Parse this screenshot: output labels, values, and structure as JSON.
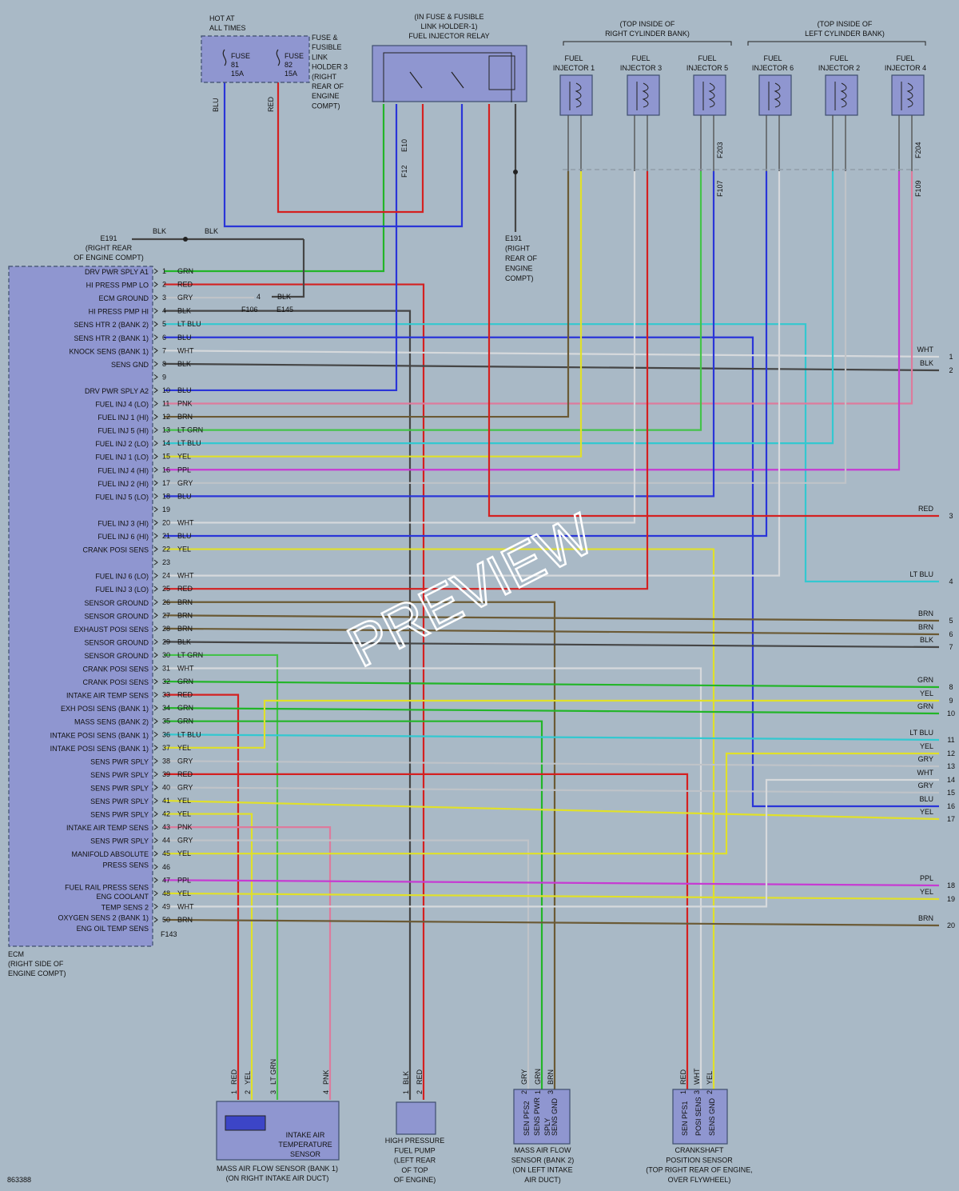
{
  "colors": {
    "RED": "#d42020",
    "GRN": "#22b528",
    "BLU": "#2a35d8",
    "BLK": "#454545",
    "GRY": "#bfc3c8",
    "WHT": "#d6d9dc",
    "YEL": "#e0e02a",
    "PPL": "#c63bd2",
    "PNK": "#dd7b9c",
    "BRN": "#6b5a35",
    "LT BLU": "#33c8d0",
    "LT GRN": "#44c24a",
    "TAN": "#b99b70",
    "bg": "#a9b9c6",
    "box": "#8f96d0"
  },
  "header": {
    "hot": [
      "HOT AT",
      "ALL TIMES"
    ],
    "fuse81": [
      "FUSE",
      "81",
      "15A"
    ],
    "fuse82": [
      "FUSE",
      "82",
      "15A"
    ],
    "fuse_holder": [
      "FUSE &",
      "FUSIBLE",
      "LINK",
      "HOLDER 3",
      "(RIGHT",
      "REAR OF",
      "ENGINE",
      "COMPT)"
    ],
    "relay": [
      "(IN FUSE & FUSIBLE",
      "LINK HOLDER-1)",
      "FUEL INJECTOR RELAY"
    ],
    "right_bank": [
      "(TOP INSIDE OF",
      "RIGHT CYLINDER BANK)"
    ],
    "left_bank": [
      "(TOP INSIDE OF",
      "LEFT CYLINDER BANK)"
    ]
  },
  "injectors": [
    {
      "l1": "FUEL",
      "l2": "INJECTOR 1"
    },
    {
      "l1": "FUEL",
      "l2": "INJECTOR 3"
    },
    {
      "l1": "FUEL",
      "l2": "INJECTOR 5"
    },
    {
      "l1": "FUEL",
      "l2": "INJECTOR 6"
    },
    {
      "l1": "FUEL",
      "l2": "INJECTOR 2"
    },
    {
      "l1": "FUEL",
      "l2": "INJECTOR 4"
    }
  ],
  "connectors": {
    "e10": "E10",
    "f12": "F12",
    "f203": "F203",
    "f107": "F107",
    "f204": "F204",
    "f109": "F109",
    "e191_left": [
      "E191",
      "(RIGHT REAR",
      "OF ENGINE COMPT)"
    ],
    "e191_right": [
      "E191",
      "(RIGHT",
      "REAR OF",
      "ENGINE",
      "COMPT)"
    ],
    "f106": "F106",
    "e145": "E145",
    "f143": "F143",
    "blk": "BLK",
    "four": "4"
  },
  "ecm": {
    "title": [
      "ECM",
      "(RIGHT SIDE OF",
      "ENGINE COMPT)"
    ],
    "left_labels": [
      {
        "t": "DRV PWR SPLY A1",
        "pin": 1
      },
      {
        "t": "HI PRESS PMP LO",
        "pin": 2
      },
      {
        "t": "ECM GROUND",
        "pin": 3
      },
      {
        "t": "HI PRESS PMP HI",
        "pin": 4
      },
      {
        "t": "SENS HTR 2 (BANK 2)",
        "pin": 5
      },
      {
        "t": "SENS HTR 2 (BANK 1)",
        "pin": 6
      },
      {
        "t": "KNOCK SENS (BANK 1)",
        "pin": 7
      },
      {
        "t": "SENS GND",
        "pin": 8
      },
      {
        "t": "DRV PWR SPLY A2",
        "pin": 10
      },
      {
        "t": "FUEL INJ 4 (LO)",
        "pin": 11
      },
      {
        "t": "FUEL INJ 1 (HI)",
        "pin": 12
      },
      {
        "t": "FUEL INJ 5 (HI)",
        "pin": 13
      },
      {
        "t": "FUEL INJ 2 (LO)",
        "pin": 14
      },
      {
        "t": "FUEL INJ 1 (LO)",
        "pin": 15
      },
      {
        "t": "FUEL INJ 4 (HI)",
        "pin": 16
      },
      {
        "t": "FUEL INJ 2 (HI)",
        "pin": 17
      },
      {
        "t": "FUEL INJ 5 (LO)",
        "pin": 18
      },
      {
        "t": "FUEL INJ 3 (HI)",
        "pin": 20
      },
      {
        "t": "FUEL INJ 6 (HI)",
        "pin": 21
      },
      {
        "t": "CRANK POSI SENS",
        "pin": 22
      },
      {
        "t": "FUEL INJ 6 (LO)",
        "pin": 24
      },
      {
        "t": "FUEL INJ 3 (LO)",
        "pin": 25
      },
      {
        "t": "SENSOR GROUND",
        "pin": 26
      },
      {
        "t": "SENSOR GROUND",
        "pin": 27
      },
      {
        "t": "EXHAUST POSI SENS",
        "pin": 28
      },
      {
        "t": "SENSOR GROUND",
        "pin": 29
      },
      {
        "t": "SENSOR GROUND",
        "pin": 30
      },
      {
        "t": "CRANK POSI SENS",
        "pin": 31
      },
      {
        "t": "CRANK POSI SENS",
        "pin": 32
      },
      {
        "t": "INTAKE AIR TEMP SENS",
        "pin": 33
      },
      {
        "t": "EXH POSI SENS (BANK 1)",
        "pin": 34
      },
      {
        "t": "MASS SENS (BANK 2)",
        "pin": 35
      },
      {
        "t": "INTAKE POSI SENS (BANK 1)",
        "pin": 36
      },
      {
        "t": "INTAKE POSI SENS (BANK 1)",
        "pin": 37
      },
      {
        "t": "SENS PWR SPLY",
        "pin": 38
      },
      {
        "t": "SENS PWR SPLY",
        "pin": 39
      },
      {
        "t": "SENS PWR SPLY",
        "pin": 40
      },
      {
        "t": "SENS PWR SPLY",
        "pin": 41
      },
      {
        "t": "SENS PWR SPLY",
        "pin": 42
      },
      {
        "t": "INTAKE AIR TEMP SENS",
        "pin": 43
      },
      {
        "t": "SENS PWR SPLY",
        "pin": 44
      },
      {
        "t": "MANIFOLD ABSOLUTE",
        "pin": 45
      },
      {
        "t": "PRESS SENS",
        "pin": 45.8
      },
      {
        "t": "FUEL RAIL PRESS SENS",
        "pin": 47.5
      },
      {
        "t": "ENG COOLANT",
        "pin": 48.2
      },
      {
        "t": "TEMP SENS 2",
        "pin": 49
      },
      {
        "t": "OXYGEN SENS 2 (BANK 1)",
        "pin": 49.8
      },
      {
        "t": "ENG OIL TEMP SENS",
        "pin": 50.6
      }
    ],
    "pins": [
      {
        "n": 1,
        "c": "GRN"
      },
      {
        "n": 2,
        "c": "RED"
      },
      {
        "n": 3,
        "c": "GRY"
      },
      {
        "n": 4,
        "c": "BLK"
      },
      {
        "n": 5,
        "c": "LT BLU"
      },
      {
        "n": 6,
        "c": "BLU"
      },
      {
        "n": 7,
        "c": "WHT"
      },
      {
        "n": 8,
        "c": "BLK"
      },
      {
        "n": 9,
        "c": ""
      },
      {
        "n": 10,
        "c": "BLU"
      },
      {
        "n": 11,
        "c": "PNK"
      },
      {
        "n": 12,
        "c": "BRN"
      },
      {
        "n": 13,
        "c": "LT GRN"
      },
      {
        "n": 14,
        "c": "LT BLU"
      },
      {
        "n": 15,
        "c": "YEL"
      },
      {
        "n": 16,
        "c": "PPL"
      },
      {
        "n": 17,
        "c": "GRY"
      },
      {
        "n": 18,
        "c": "BLU"
      },
      {
        "n": 19,
        "c": ""
      },
      {
        "n": 20,
        "c": "WHT"
      },
      {
        "n": 21,
        "c": "BLU"
      },
      {
        "n": 22,
        "c": "YEL"
      },
      {
        "n": 23,
        "c": ""
      },
      {
        "n": 24,
        "c": "WHT"
      },
      {
        "n": 25,
        "c": "RED"
      },
      {
        "n": 26,
        "c": "BRN"
      },
      {
        "n": 27,
        "c": "BRN"
      },
      {
        "n": 28,
        "c": "BRN"
      },
      {
        "n": 29,
        "c": "BLK"
      },
      {
        "n": 30,
        "c": "LT GRN"
      },
      {
        "n": 31,
        "c": "WHT"
      },
      {
        "n": 32,
        "c": "GRN"
      },
      {
        "n": 33,
        "c": "RED"
      },
      {
        "n": 34,
        "c": "GRN"
      },
      {
        "n": 35,
        "c": "GRN"
      },
      {
        "n": 36,
        "c": "LT BLU"
      },
      {
        "n": 37,
        "c": "YEL"
      },
      {
        "n": 38,
        "c": "GRY"
      },
      {
        "n": 39,
        "c": "RED"
      },
      {
        "n": 40,
        "c": "GRY"
      },
      {
        "n": 41,
        "c": "YEL"
      },
      {
        "n": 42,
        "c": "YEL"
      },
      {
        "n": 43,
        "c": "PNK"
      },
      {
        "n": 44,
        "c": "GRY"
      },
      {
        "n": 45,
        "c": "YEL"
      },
      {
        "n": 46,
        "c": ""
      },
      {
        "n": 47,
        "c": "PPL"
      },
      {
        "n": 48,
        "c": "YEL"
      },
      {
        "n": 49,
        "c": "WHT"
      },
      {
        "n": 50,
        "c": "BRN"
      }
    ]
  },
  "right_terminals": [
    {
      "n": "1",
      "c": "WHT"
    },
    {
      "n": "2",
      "c": "BLK"
    },
    {
      "n": "3",
      "c": "RED"
    },
    {
      "n": "4",
      "c": "LT BLU"
    },
    {
      "n": "5",
      "c": "BRN"
    },
    {
      "n": "6",
      "c": "BRN"
    },
    {
      "n": "7",
      "c": "BLK"
    },
    {
      "n": "8",
      "c": "GRN"
    },
    {
      "n": "9",
      "c": "YEL"
    },
    {
      "n": "10",
      "c": "GRN"
    },
    {
      "n": "11",
      "c": "LT BLU"
    },
    {
      "n": "12",
      "c": "YEL"
    },
    {
      "n": "13",
      "c": "GRY"
    },
    {
      "n": "14",
      "c": "WHT"
    },
    {
      "n": "15",
      "c": "GRY"
    },
    {
      "n": "16",
      "c": "BLU"
    },
    {
      "n": "17",
      "c": "YEL"
    },
    {
      "n": "18",
      "c": "PPL"
    },
    {
      "n": "19",
      "c": "YEL"
    },
    {
      "n": "20",
      "c": "BRN"
    }
  ],
  "sensors": {
    "maf1": [
      "MASS AIR FLOW SENSOR (BANK 1)",
      "(ON RIGHT INTAKE AIR DUCT)"
    ],
    "iat": [
      "INTAKE AIR",
      "TEMPERATURE",
      "SENSOR"
    ],
    "pump": [
      "HIGH PRESSURE",
      "FUEL PUMP",
      "(LEFT REAR",
      "OF TOP",
      "OF ENGINE)"
    ],
    "maf2": [
      "MASS AIR FLOW",
      "SENSOR (BANK 2)",
      "(ON LEFT INTAKE",
      "AIR DUCT)"
    ],
    "maf2_pins": [
      "SEN PFS2",
      "SENS PWR",
      "SPLY",
      "SENS GND"
    ],
    "ckp": [
      "CRANKSHAFT",
      "POSITION SENSOR",
      "(TOP RIGHT REAR OF ENGINE,",
      "OVER FLYWHEEL)"
    ],
    "ckp_pins": [
      "SEN PFS1",
      "POSI SENS",
      "SENS GND"
    ],
    "maf1_wires": [
      {
        "p": "1",
        "c": "RED"
      },
      {
        "p": "2",
        "c": "YEL"
      },
      {
        "p": "3",
        "c": "LT GRN"
      },
      {
        "p": "4",
        "c": "PNK"
      }
    ],
    "pump_wires": [
      {
        "p": "1",
        "c": "BLK"
      },
      {
        "p": "2",
        "c": "RED"
      }
    ],
    "maf2_wires": [
      {
        "p": "2",
        "c": "GRY"
      },
      {
        "p": "1",
        "c": "GRN"
      },
      {
        "p": "3",
        "c": "SPLY"
      },
      {
        "p": "3",
        "c": "BRN"
      }
    ],
    "ckp_wires": [
      {
        "p": "1",
        "c": "RED"
      },
      {
        "p": "3",
        "c": "WHT"
      },
      {
        "p": "2",
        "c": "YEL"
      }
    ]
  },
  "footer": {
    "code": "863388"
  },
  "watermark": "PREVIEW"
}
